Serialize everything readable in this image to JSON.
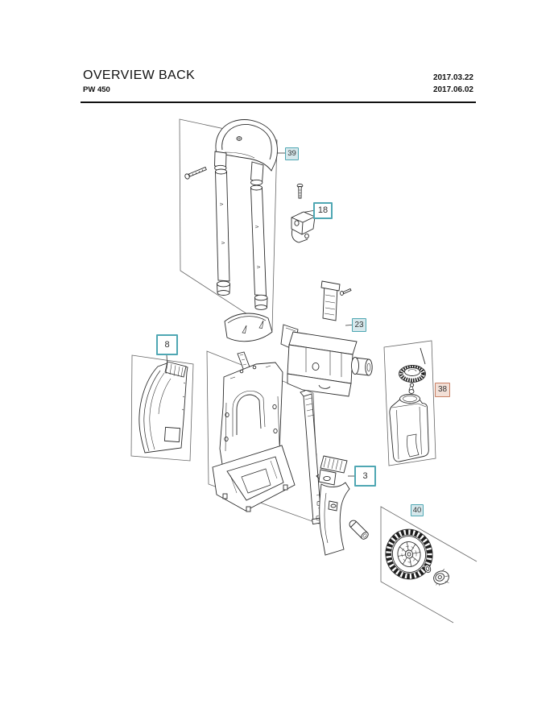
{
  "header": {
    "title": "OVERVIEW BACK",
    "model": "PW 450",
    "date_top": "2017.03.22",
    "date_bottom": "2017.06.02"
  },
  "colors": {
    "callout_teal_border": "#4fa7b3",
    "callout_teal_fill": "#d6e8ec",
    "callout_orange_border": "#c98064",
    "callout_orange_fill": "#f3e0d7",
    "line_color": "#2b2b2b",
    "page_background": "#ffffff"
  },
  "callouts": [
    {
      "label": "39",
      "style": "teal-filled"
    },
    {
      "label": "18",
      "style": "teal-outline"
    },
    {
      "label": "23",
      "style": "teal-filled"
    },
    {
      "label": "8",
      "style": "teal-outline"
    },
    {
      "label": "38",
      "style": "orange-filled"
    },
    {
      "label": "3",
      "style": "teal-outline"
    },
    {
      "label": "40",
      "style": "teal-filled"
    }
  ]
}
